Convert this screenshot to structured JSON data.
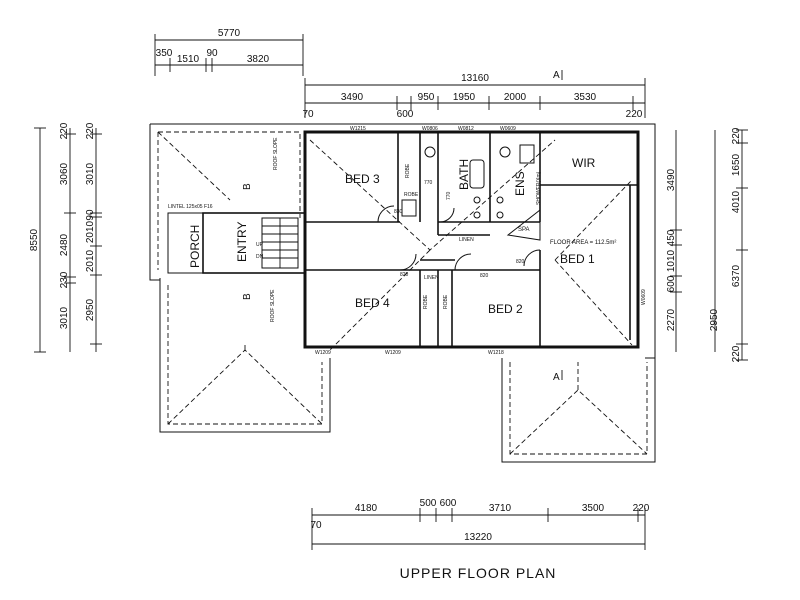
{
  "title": "UPPER FLOOR PLAN",
  "top_dimensions": {
    "overall_left": "5770",
    "sub_a": "350",
    "sub_b": "1510",
    "sub_c": "90",
    "sub_d": "3820",
    "overall_main": "13160",
    "row": [
      "70",
      "3490",
      "600",
      "950",
      "1950",
      "2000",
      "3530",
      "220"
    ]
  },
  "bottom_dimensions": {
    "row": [
      "70",
      "4180",
      "500",
      "600",
      "3710",
      "3500",
      "220"
    ],
    "overall": "13220"
  },
  "left_dimensions": {
    "overall": "8550",
    "col_a": [
      "220",
      "3060",
      "2480",
      "230",
      "3010"
    ],
    "col_b": [
      "3010",
      "90",
      "2010",
      "2010",
      "2950",
      "220"
    ]
  },
  "right_dimensions": {
    "col_a": [
      "3490",
      "450",
      "1010",
      "600",
      "2270"
    ],
    "col_b": [
      "220",
      "1650",
      "4010",
      "6370",
      "2950",
      "220"
    ]
  },
  "rooms": {
    "bed3": "BED 3",
    "bath": "BATH",
    "ens": "ENS",
    "wir": "WIR",
    "bed1": "BED 1",
    "bed4": "BED 4",
    "bed2": "BED 2",
    "porch": "PORCH",
    "entry": "ENTRY"
  },
  "labels": {
    "floor_area": "FLOOR AREA = 112.5m²",
    "spa": "SPA",
    "linen_1": "LINEN",
    "linen_2": "LINEN",
    "robe_1": "ROBE",
    "robe_2": "ROBE",
    "robe_3": "ROBE",
    "robe_4": "ROBE",
    "lintel": "LINTEL 125x05 F16",
    "roof_slope_1": "ROOF SLOPE",
    "roof_slope_2": "ROOF SLOPE",
    "section_a": "A",
    "section_b": "B",
    "door_sizes": [
      "830",
      "770",
      "770",
      "820",
      "820",
      "820"
    ],
    "window_codes": [
      "W1215",
      "W0806",
      "W0812",
      "W0609",
      "W1209",
      "W1209",
      "W1218",
      "W0609"
    ],
    "stair_up": "UP",
    "stair_dn": "DN",
    "shower_note": "SHOWER(Xm)"
  }
}
